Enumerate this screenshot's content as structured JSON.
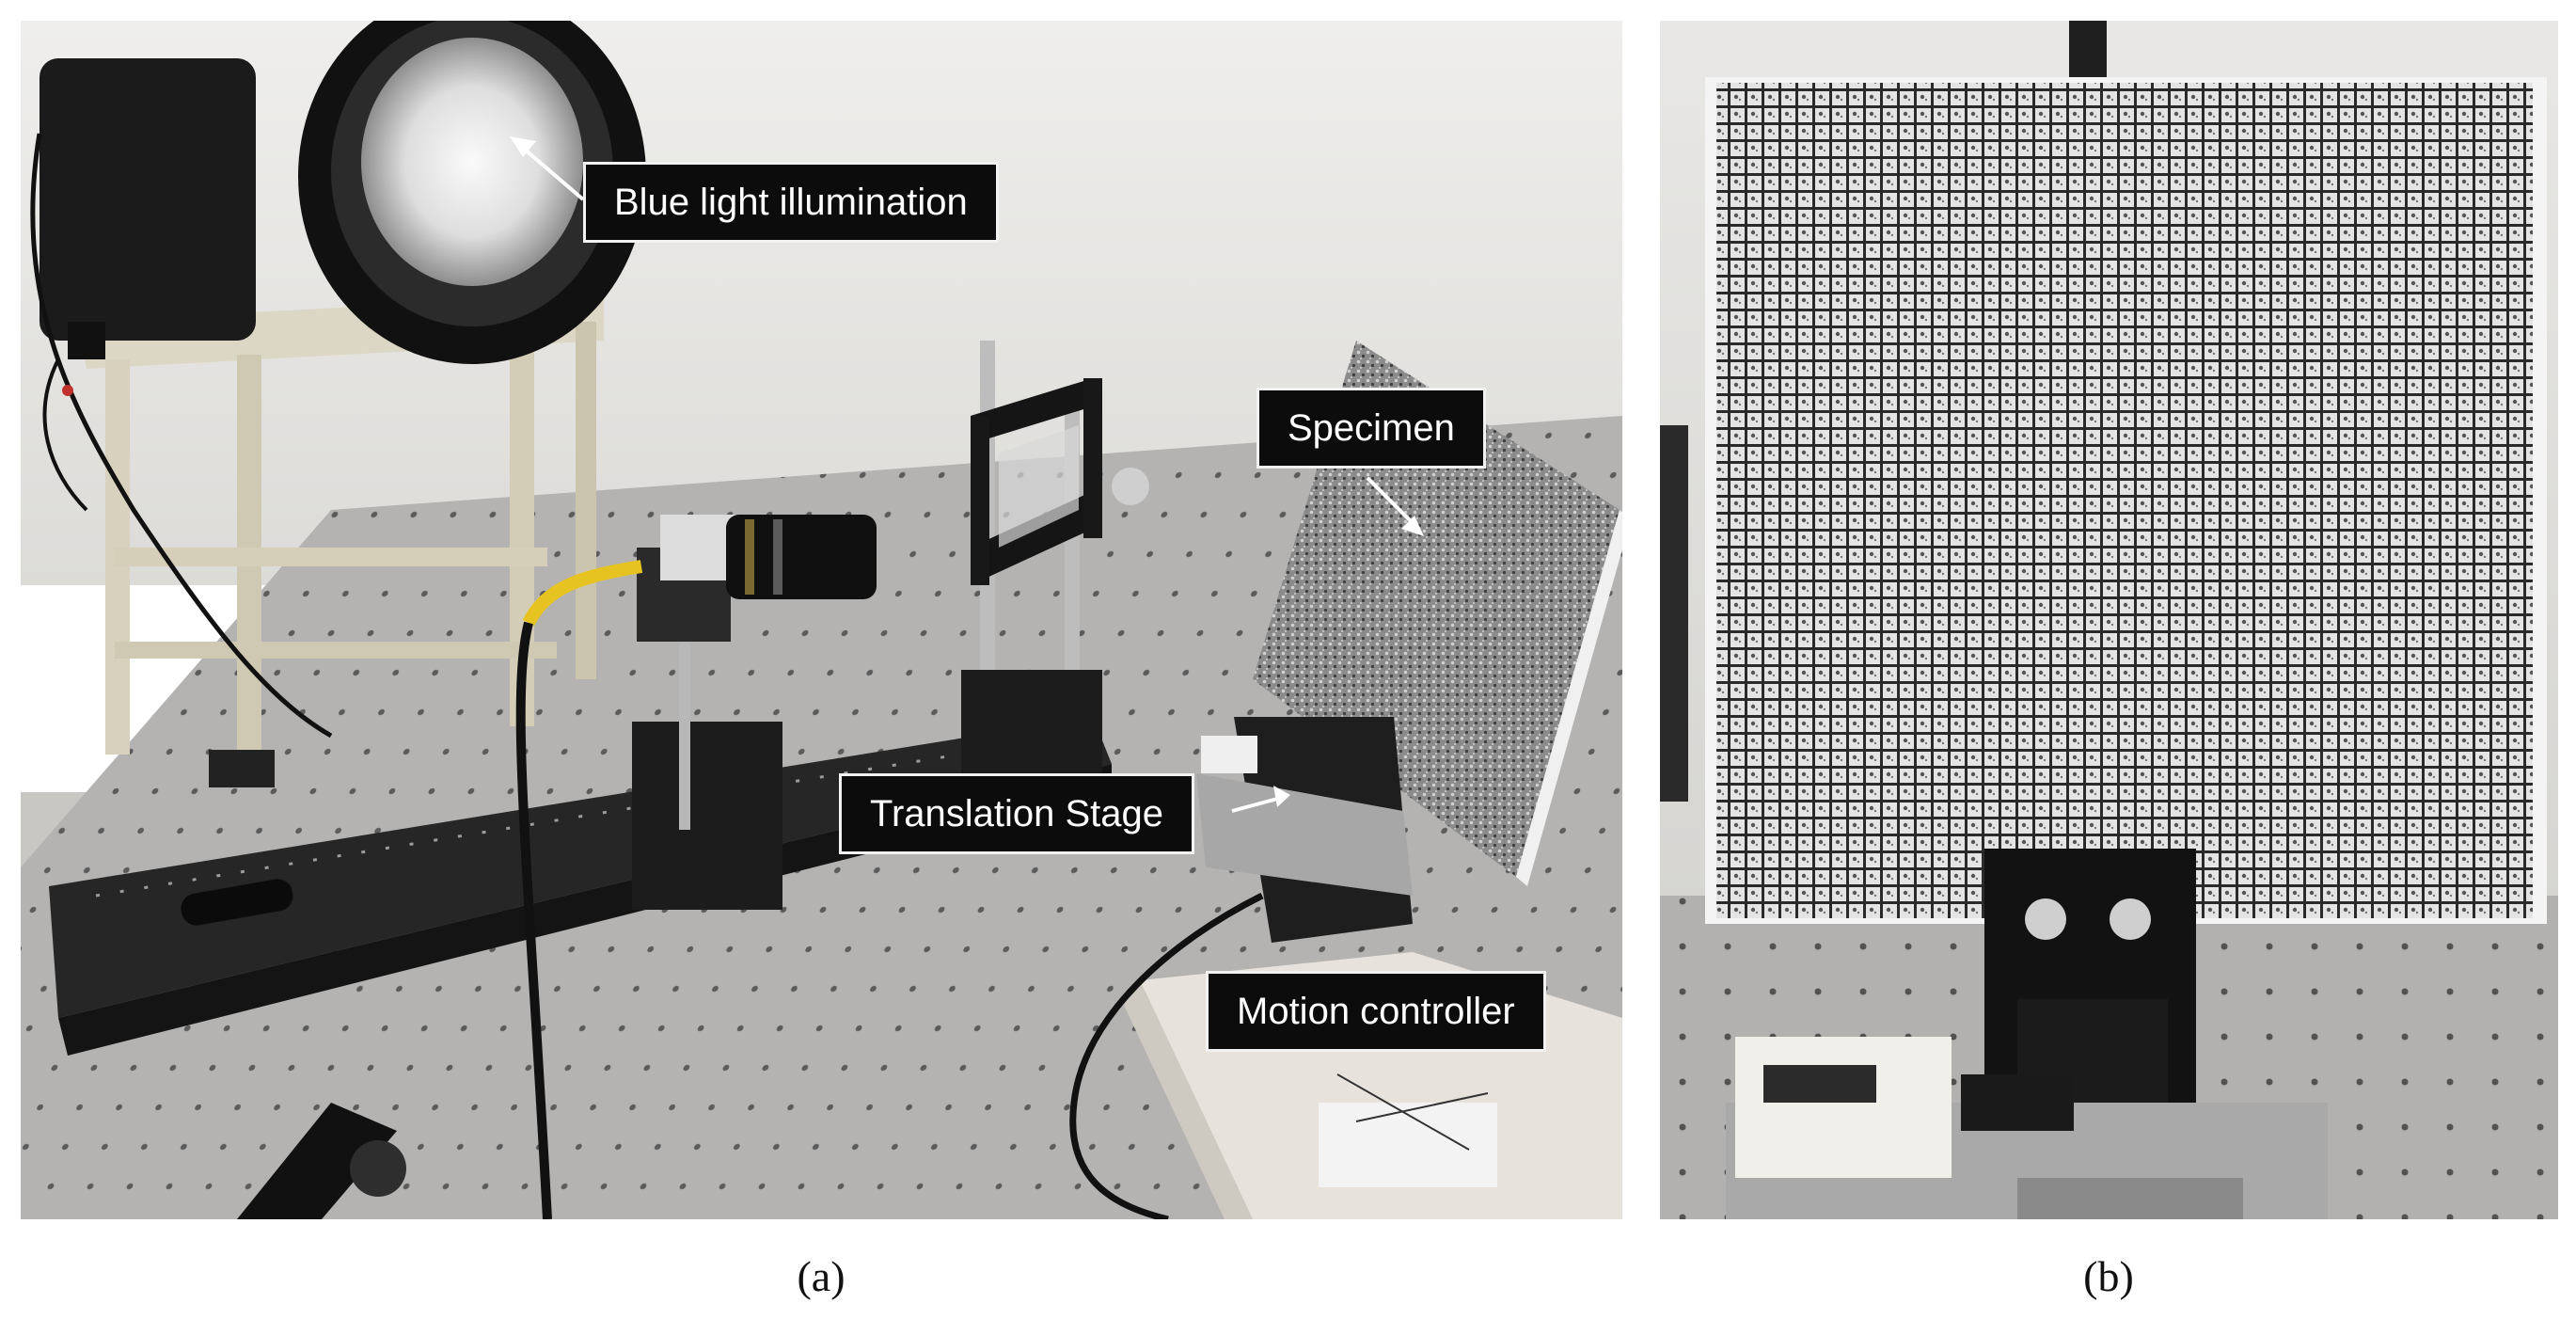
{
  "figure": {
    "panel_a": {
      "caption": "(a)",
      "labels": {
        "blue_light": "Blue light illumination",
        "specimen": "Specimen",
        "translation_stage": "Translation Stage",
        "motion_controller": "Motion controller"
      }
    },
    "panel_b": {
      "caption": "(b)"
    }
  },
  "colors": {
    "callout_background": "#0c0c0c",
    "callout_text": "#ffffff",
    "wall": "#e9e8e6",
    "optical_table": "#b4b3b2",
    "rail": "#262626"
  }
}
